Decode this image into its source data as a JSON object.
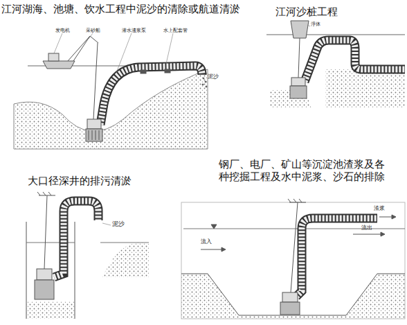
{
  "diagram": {
    "labels": [
      "江河湖海、池塘、饮水工程中泥沙的清除或航道清淤",
      "发电机",
      "采砂船",
      "潜水渣浆泵",
      "水上配套管",
      "泥沙",
      "江河沙桩工程",
      "浮体",
      "大口径深井的排污清淤",
      "泥沙",
      "钢厂、电厂、矿山等沉淀池渣浆及各种挖掘工程及水中泥浆、沙石的排除",
      "渣浆",
      "流出",
      "流入"
    ]
  }
}
